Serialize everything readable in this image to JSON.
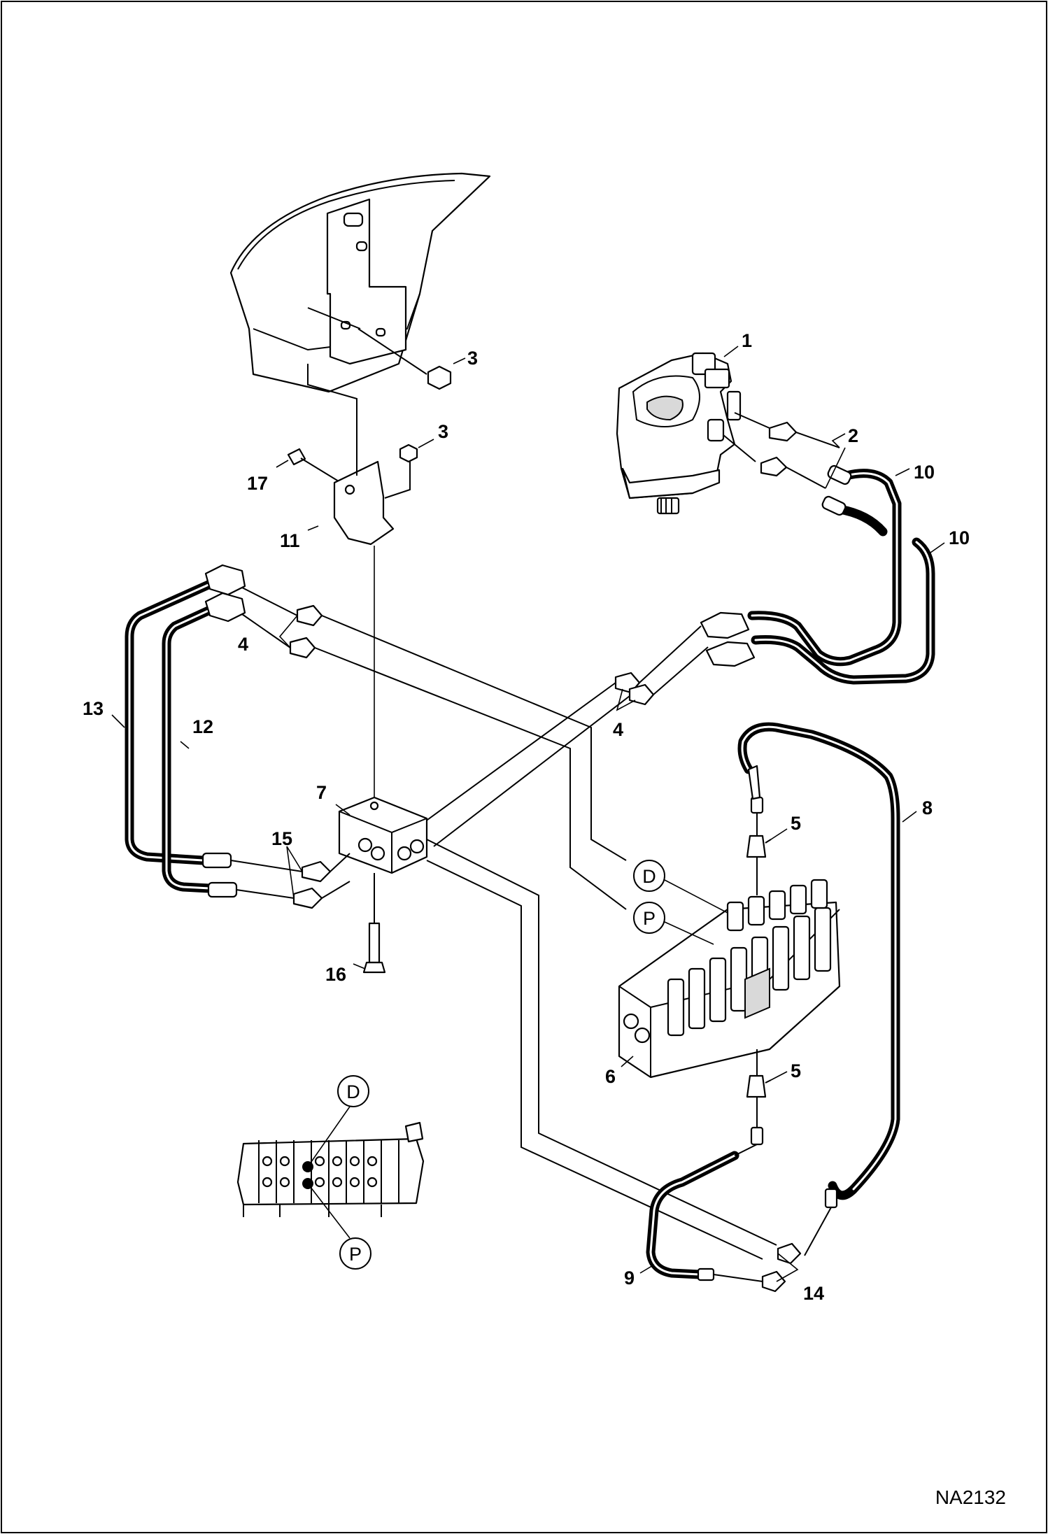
{
  "drawing_code": "NA2132",
  "part_numbers": [
    "1",
    "2",
    "3",
    "3",
    "4",
    "4",
    "5",
    "5",
    "6",
    "7",
    "8",
    "9",
    "10",
    "10",
    "11",
    "12",
    "13",
    "14",
    "15",
    "16",
    "17"
  ],
  "callouts": {
    "port_d": "D",
    "port_p": "P"
  },
  "inset": {
    "port_d": "D",
    "port_p": "P"
  }
}
